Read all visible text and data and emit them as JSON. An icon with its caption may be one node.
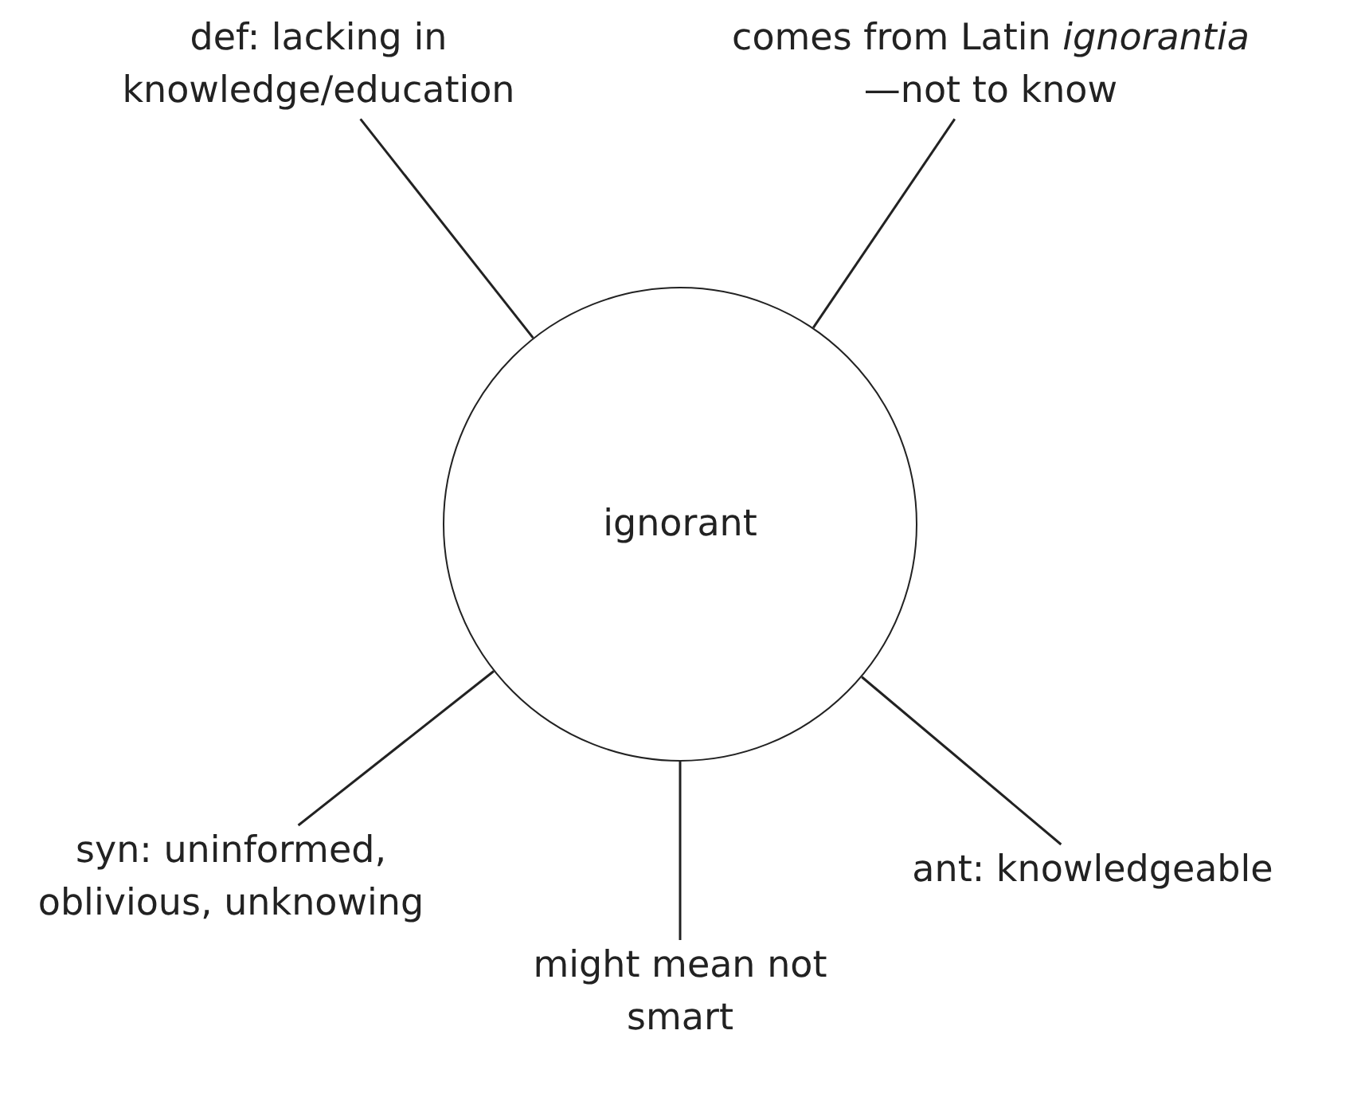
{
  "diagram": {
    "nodes": [
      {
        "text": [
          "def: lacking in knowledge/education"
        ]
      },
      {
        "text": [
          "comes from Latin *ignorantia*—not to know"
        ]
      },
      {
        "text": [
          "ignorant"
        ]
      },
      {
        "text": [
          "syn: uninformed, oblivious, unknowing"
        ]
      },
      {
        "text": [
          "ant: knowledgeable"
        ]
      },
      {
        "text": [
          "might mean not smart"
        ]
      }
    ],
    "edges": [
      {
        "from": 2,
        "to": 0,
        "arrow": "none"
      },
      {
        "from": 2,
        "to": 1,
        "arrow": "none"
      },
      {
        "from": 2,
        "to": 3,
        "arrow": "none"
      },
      {
        "from": 2,
        "to": 4,
        "arrow": "none"
      },
      {
        "from": 2,
        "to": 5,
        "arrow": "none"
      }
    ]
  }
}
